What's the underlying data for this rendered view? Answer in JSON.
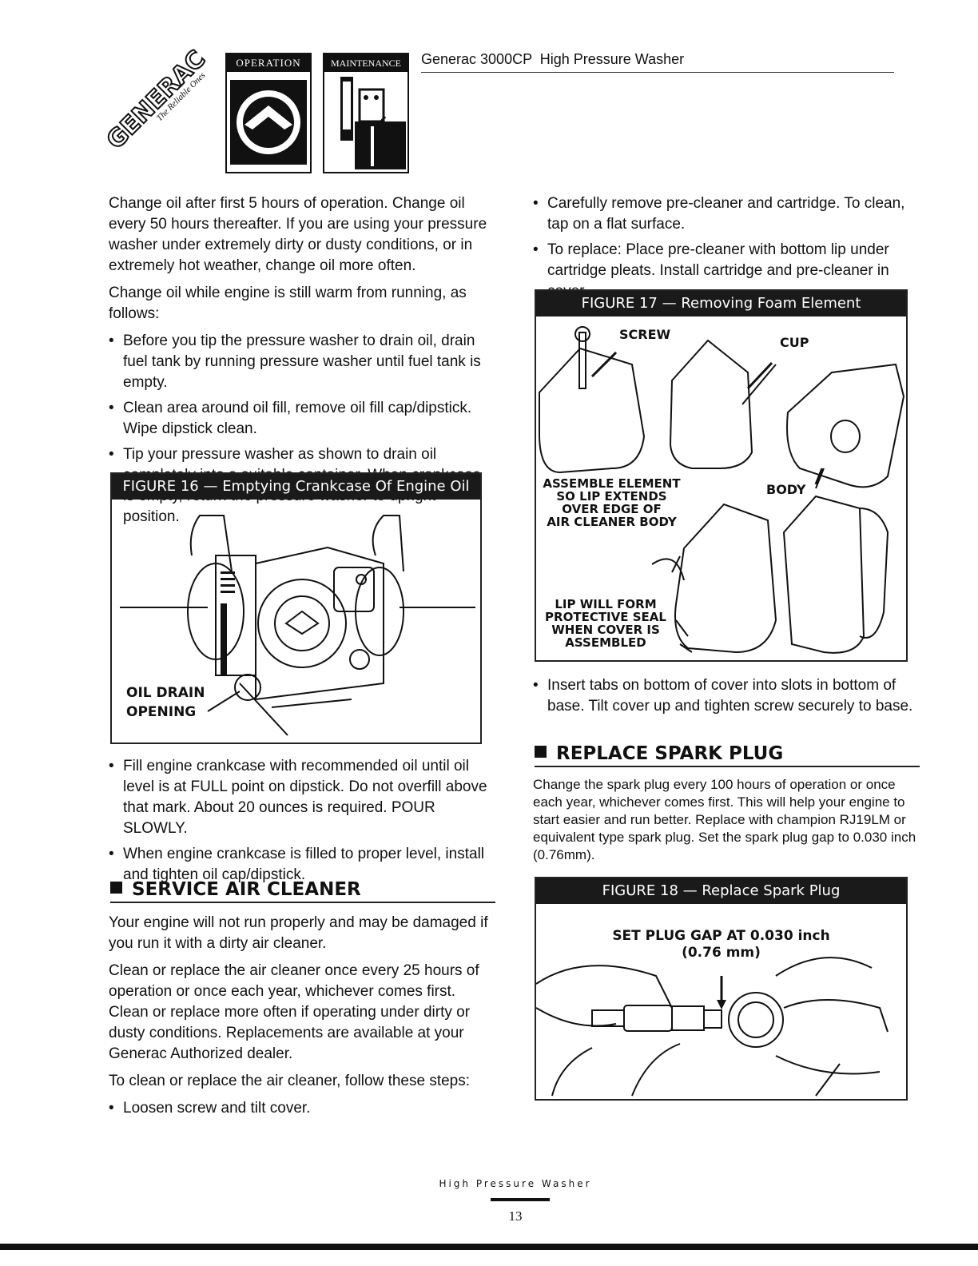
{
  "header": {
    "logo_text": "GENERAC",
    "logo_tagline": "The Reliable Ones",
    "tab_operation": "OPERATION",
    "tab_maintenance": "MAINTENANCE",
    "title": "Generac 3000CP  High Pressure Washer"
  },
  "left": {
    "p1": "Change oil after first 5 hours of operation. Change oil every 50 hours thereafter. If you are using your pressure washer under extremely dirty or dusty conditions, or in extremely hot weather, change oil more often.",
    "p2": "Change oil while engine is still warm from running, as follows:",
    "b1": "Before you tip the pressure washer to drain oil, drain fuel tank by running pressure washer until fuel tank is empty.",
    "b2": "Clean area around oil fill, remove oil fill cap/dipstick. Wipe dipstick clean.",
    "b3": "Tip your pressure washer as shown to drain oil completely into a suitable container. When crankcase is empty, return the pressure washer to upright position.",
    "fig16_title": "FIGURE 16 — Emptying Crankcase Of Engine Oil",
    "fig16_label_1": "OIL DRAIN",
    "fig16_label_2": "OPENING",
    "b4": "Fill engine crankcase with recommended oil until oil level is at FULL point on dipstick. Do not overfill above that mark. About 20 ounces is required. POUR SLOWLY.",
    "b5": "When engine crankcase is filled to proper level, install and tighten oil cap/dipstick.",
    "section_air": "SERVICE AIR CLEANER",
    "p3": "Your engine will not run properly and may be damaged if you run it with a dirty air cleaner.",
    "p4": "Clean or replace the air cleaner once every 25 hours of operation or once each year, whichever comes first. Clean or replace more often if operating under dirty or dusty conditions. Replacements are available at your Generac Authorized dealer.",
    "p5": "To clean or replace the air cleaner, follow these steps:",
    "b6": "Loosen screw and tilt cover."
  },
  "right": {
    "b1": "Carefully remove pre-cleaner and cartridge. To clean, tap on a flat surface.",
    "b2": "To replace: Place pre-cleaner with bottom lip under cartridge pleats. Install cartridge and pre-cleaner in cover.",
    "fig17_title": "FIGURE 17 — Removing Foam Element",
    "fig17_screw": "SCREW",
    "fig17_cup": "CUP",
    "fig17_assemble": [
      "ASSEMBLE ELEMENT",
      "SO LIP EXTENDS",
      "OVER EDGE OF",
      "AIR CLEANER BODY"
    ],
    "fig17_body": "BODY",
    "fig17_lip": [
      "LIP WILL FORM",
      "PROTECTIVE SEAL",
      "WHEN COVER IS",
      "ASSEMBLED"
    ],
    "b3": "Insert tabs on bottom of cover into slots in bottom of base. Tilt cover up and tighten screw securely to base.",
    "section_spark": "REPLACE SPARK PLUG",
    "p_spark": "Change the spark plug every 100 hours of operation or once each year, whichever comes first. This will help your engine to start easier and run better. Replace with champion RJ19LM or equivalent type spark plug. Set the spark plug gap to 0.030 inch (0.76mm).",
    "fig18_title": "FIGURE 18 — Replace Spark Plug",
    "fig18_label_1": "SET PLUG GAP AT 0.030 inch",
    "fig18_label_2": "(0.76 mm)"
  },
  "footer": {
    "text": "High Pressure Washer",
    "page": "13"
  }
}
